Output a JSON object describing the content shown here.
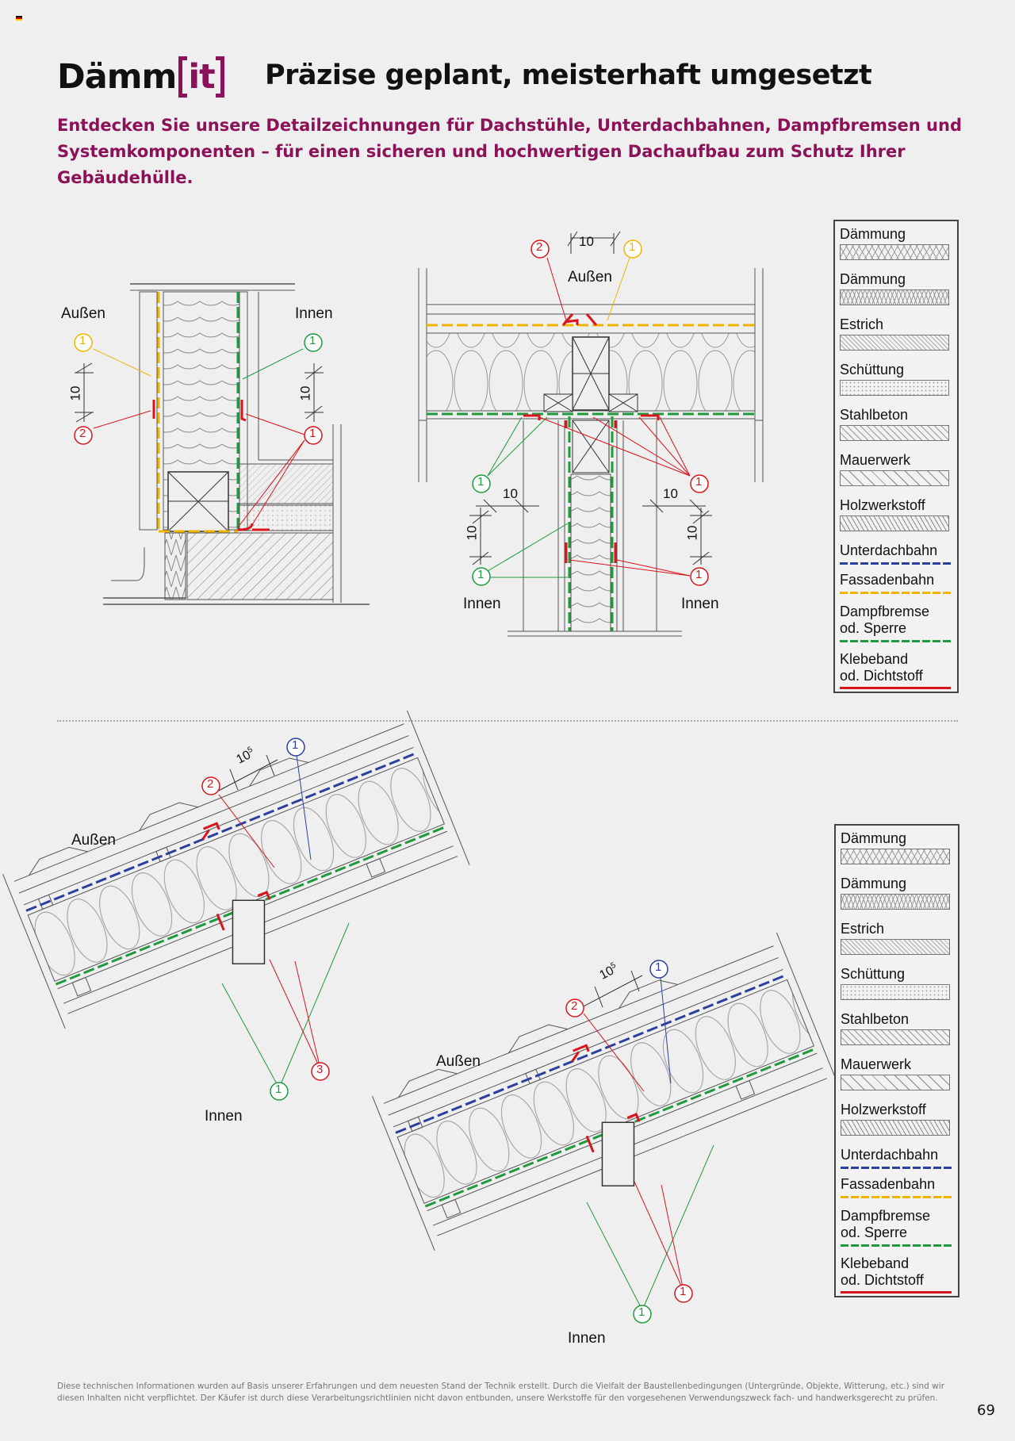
{
  "header": {
    "logo_text_1": "Dämm",
    "logo_text_2": "it",
    "title": "Präzise geplant, meisterhaft umgesetzt",
    "intro": "Entdecken Sie unsere Detailzeichnungen für Dachstühle, Unterdachbahnen, Dampfbremsen und Systemkomponenten – für einen sicheren und hochwertigen Dachaufbau zum Schutz Ihrer Gebäudehülle."
  },
  "labels": {
    "aussen": "Außen",
    "innen": "Innen",
    "dim_10": "10",
    "dim_10_5": "10",
    "dim_sup": "5",
    "n1": "1",
    "n2": "2",
    "n3": "3"
  },
  "legend": {
    "items": [
      "Dämmung",
      "Dämmung",
      "Estrich",
      "Schüttung",
      "Stahlbeton",
      "Mauerwerk",
      "Holzwerkstoff",
      "Unterdachbahn",
      "Fassadenbahn",
      "Dampfbremse od. Sperre",
      "Klebeband od. Dichtstoff"
    ],
    "dampf_1": "Dampfbremse",
    "dampf_2": "od. Sperre",
    "klebe_1": "Klebeband",
    "klebe_2": "od. Dichtstoff",
    "colors": {
      "unterdachbahn": "#2b3f9e",
      "fassadenbahn": "#f0b400",
      "dampfbremse": "#1f9a3c",
      "klebeband": "#d8151c"
    }
  },
  "colors": {
    "accent": "#8b1158",
    "green": "#1f9a3c",
    "red": "#d8151c",
    "yellow": "#f0b400",
    "blue": "#2b3f9e"
  },
  "footer": {
    "disclaimer": "Diese technischen Informationen wurden auf Basis unserer Erfahrungen und dem neuesten Stand der Technik erstellt. Durch die Vielfalt der Baustellenbedingungen (Untergründe, Objekte, Witterung, etc.) sind wir diesen Inhalten nicht verpflichtet. Der Käufer ist durch diese Verarbeitungsrichtlinien nicht davon entbunden, unsere Werkstoffe für den vorgesehenen Verwendungszweck fach- und handwerksgerecht zu prüfen.",
    "page_number": "69"
  }
}
